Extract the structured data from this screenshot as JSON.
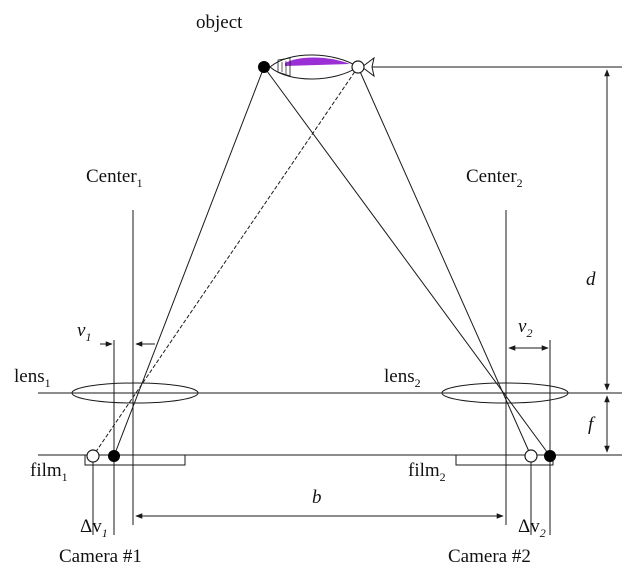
{
  "labels": {
    "object": "object",
    "center1": "Center",
    "center1_sub": "1",
    "center2": "Center",
    "center2_sub": "2",
    "lens1": "lens",
    "lens1_sub": "1",
    "lens2": "lens",
    "lens2_sub": "2",
    "film1": "film",
    "film1_sub": "1",
    "film2": "film",
    "film2_sub": "2",
    "v1": "v",
    "v1_sub": "1",
    "v2": "v",
    "v2_sub": "2",
    "dv1": "Δv",
    "dv1_sub": "1",
    "dv2": "Δv",
    "dv2_sub": "2",
    "b": "b",
    "d": "d",
    "f": "f",
    "camera1": "Camera #1",
    "camera2": "Camera #2"
  },
  "colors": {
    "line": "#1a1a1a",
    "object_fill": "#9b2fd6",
    "point_filled": "#000000",
    "point_open": "#ffffff"
  }
}
